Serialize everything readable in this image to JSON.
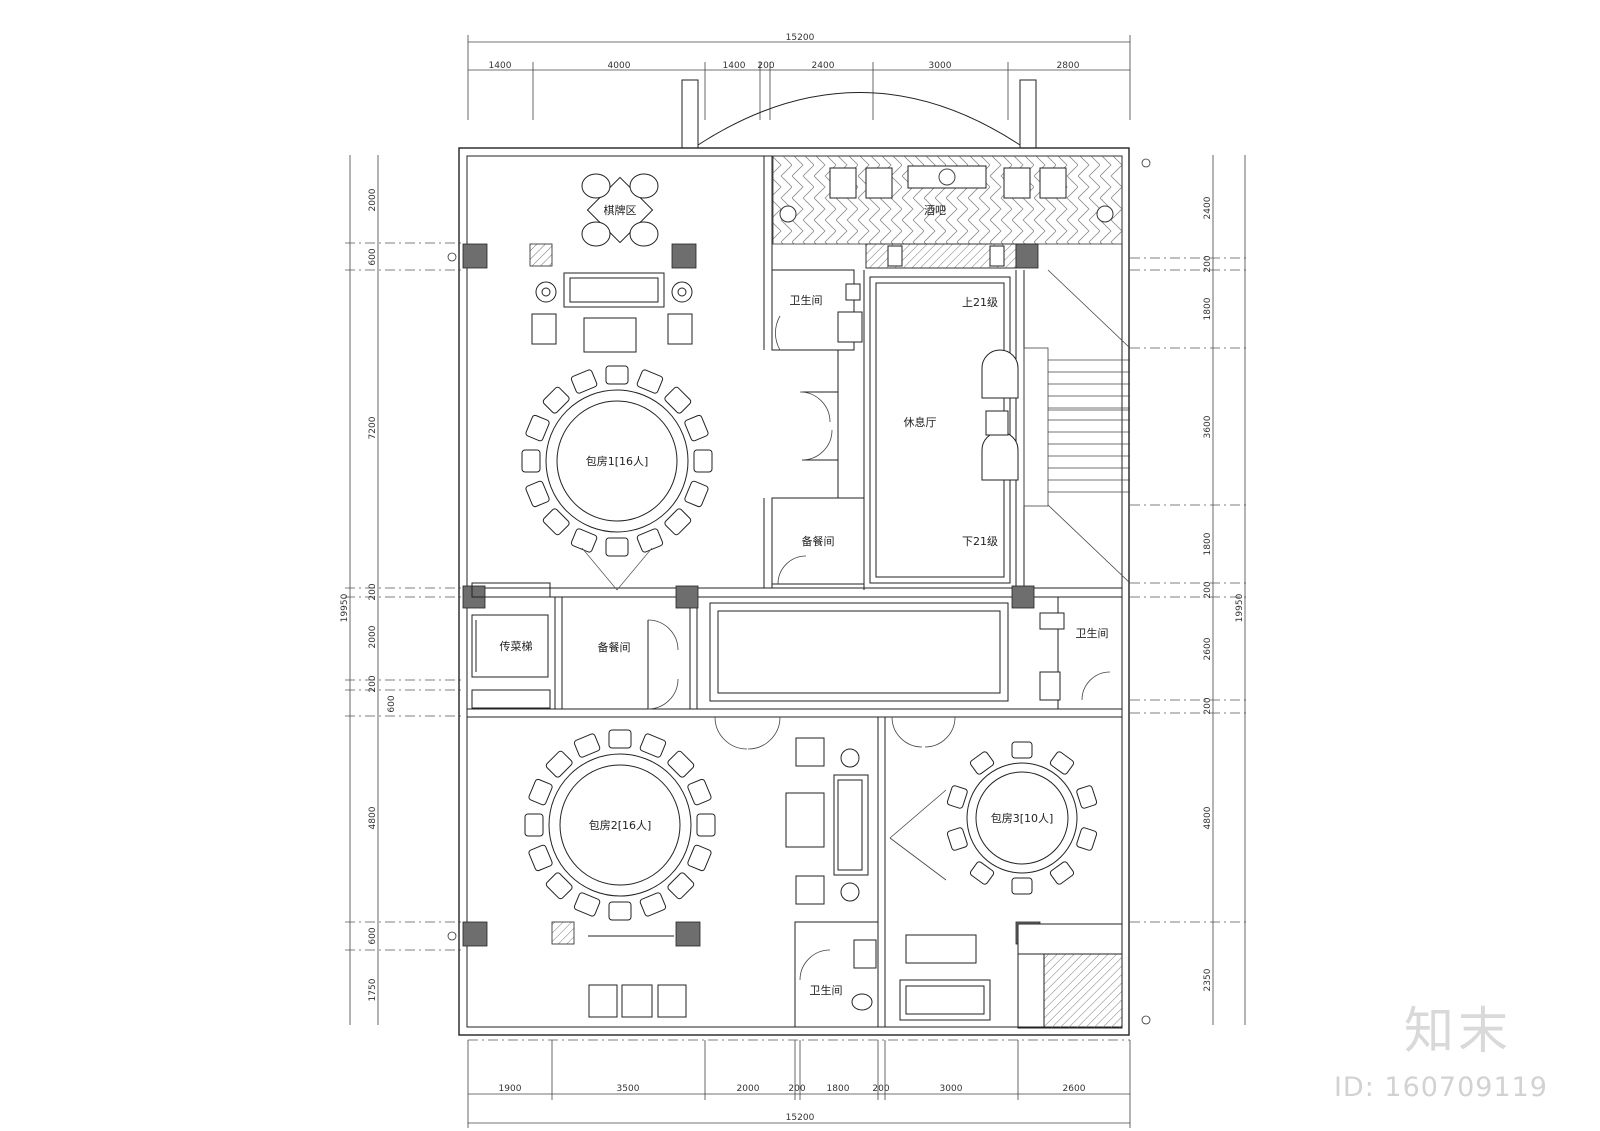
{
  "dims": {
    "overall_top": "15200",
    "overall_bottom": "15200",
    "overall_left": "19950",
    "overall_right": "19950",
    "top_segments": [
      "1400",
      "4000",
      "1400",
      "200",
      "2400",
      "3000",
      "2800"
    ],
    "bottom_segments": [
      "1900",
      "3500",
      "2000",
      "200",
      "1800",
      "200",
      "3000",
      "2600"
    ],
    "left_segments": [
      "2000",
      "600",
      "7200",
      "200",
      "2000",
      "200",
      "600",
      "4800",
      "600",
      "1750"
    ],
    "right_segments": [
      "2400",
      "200",
      "1800",
      "3600",
      "1800",
      "200",
      "2600",
      "200",
      "4800",
      "2350"
    ]
  },
  "rooms": {
    "chess_area": "棋牌区",
    "wine_bar": "酒吧",
    "toilet_1": "卫生间",
    "lounge": "休息厅",
    "stair_up": "上21级",
    "stair_down": "下21级",
    "private_room_1": "包房1[16人]",
    "service_room_1": "备餐间",
    "service_room_2": "备餐间",
    "service_lift": "传菜梯",
    "toilet_2": "卫生间",
    "private_room_2": "包房2[16人]",
    "private_room_3": "包房3[10人]",
    "toilet_3": "卫生间"
  },
  "watermark": {
    "logo": "知末",
    "id": "ID: 160709119"
  }
}
